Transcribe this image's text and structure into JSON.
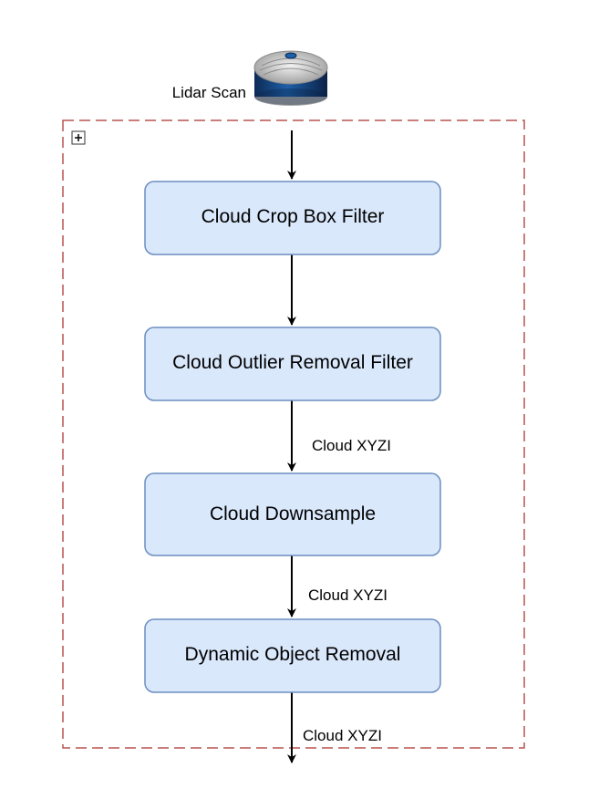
{
  "colors": {
    "node_fill": "#dae8fc",
    "node_stroke": "#6c8ebf",
    "container_stroke": "#b85450",
    "edge": "#000000"
  },
  "source": {
    "label": "Lidar Scan",
    "icon": "lidar-sensor-icon"
  },
  "container": {
    "collapse_icon": "plus-square-icon"
  },
  "nodes": [
    {
      "label": "Cloud Crop Box Filter"
    },
    {
      "label": "Cloud Outlier Removal Filter"
    },
    {
      "label": "Cloud Downsample"
    },
    {
      "label": "Dynamic Object Removal"
    }
  ],
  "edges": [
    {
      "label": ""
    },
    {
      "label": ""
    },
    {
      "label": "Cloud XYZI"
    },
    {
      "label": "Cloud XYZI"
    },
    {
      "label": "Cloud XYZI"
    }
  ]
}
